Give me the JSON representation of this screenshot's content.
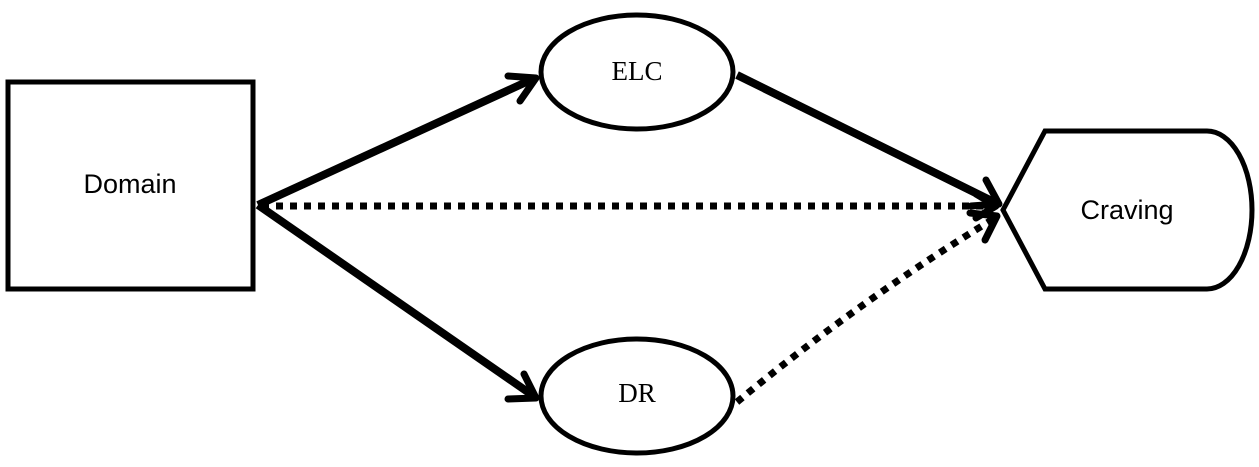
{
  "diagram": {
    "nodes": {
      "domain": {
        "label": "Domain",
        "shape": "rectangle"
      },
      "elc": {
        "label": "ELC",
        "shape": "ellipse"
      },
      "dr": {
        "label": "DR",
        "shape": "ellipse"
      },
      "craving": {
        "label": "Craving",
        "shape": "display"
      }
    },
    "edges": [
      {
        "from": "Domain",
        "to": "ELC",
        "style": "solid"
      },
      {
        "from": "Domain",
        "to": "DR",
        "style": "solid"
      },
      {
        "from": "ELC",
        "to": "Craving",
        "style": "solid"
      },
      {
        "from": "Domain",
        "to": "Craving",
        "style": "dotted"
      },
      {
        "from": "DR",
        "to": "Craving",
        "style": "dotted"
      }
    ],
    "colors": {
      "stroke": "#000000",
      "fill": "#ffffff"
    }
  }
}
